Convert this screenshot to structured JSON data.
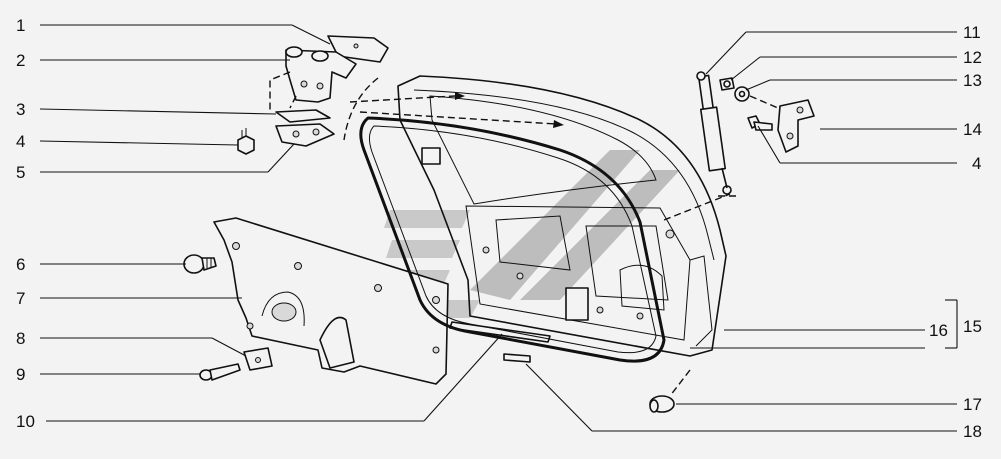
{
  "callouts": {
    "c1": "1",
    "c2": "2",
    "c3": "3",
    "c4a": "4",
    "c5": "5",
    "c6": "6",
    "c7": "7",
    "c8": "8",
    "c9": "9",
    "c10": "10",
    "c11": "11",
    "c12": "12",
    "c13": "13",
    "c14": "14",
    "c4b": "4",
    "c16": "16",
    "c15": "15",
    "c17": "17",
    "c18": "18"
  },
  "colors": {
    "background": "#f3f3f3",
    "line": "#111111",
    "watermark": "#c9c9c9"
  }
}
